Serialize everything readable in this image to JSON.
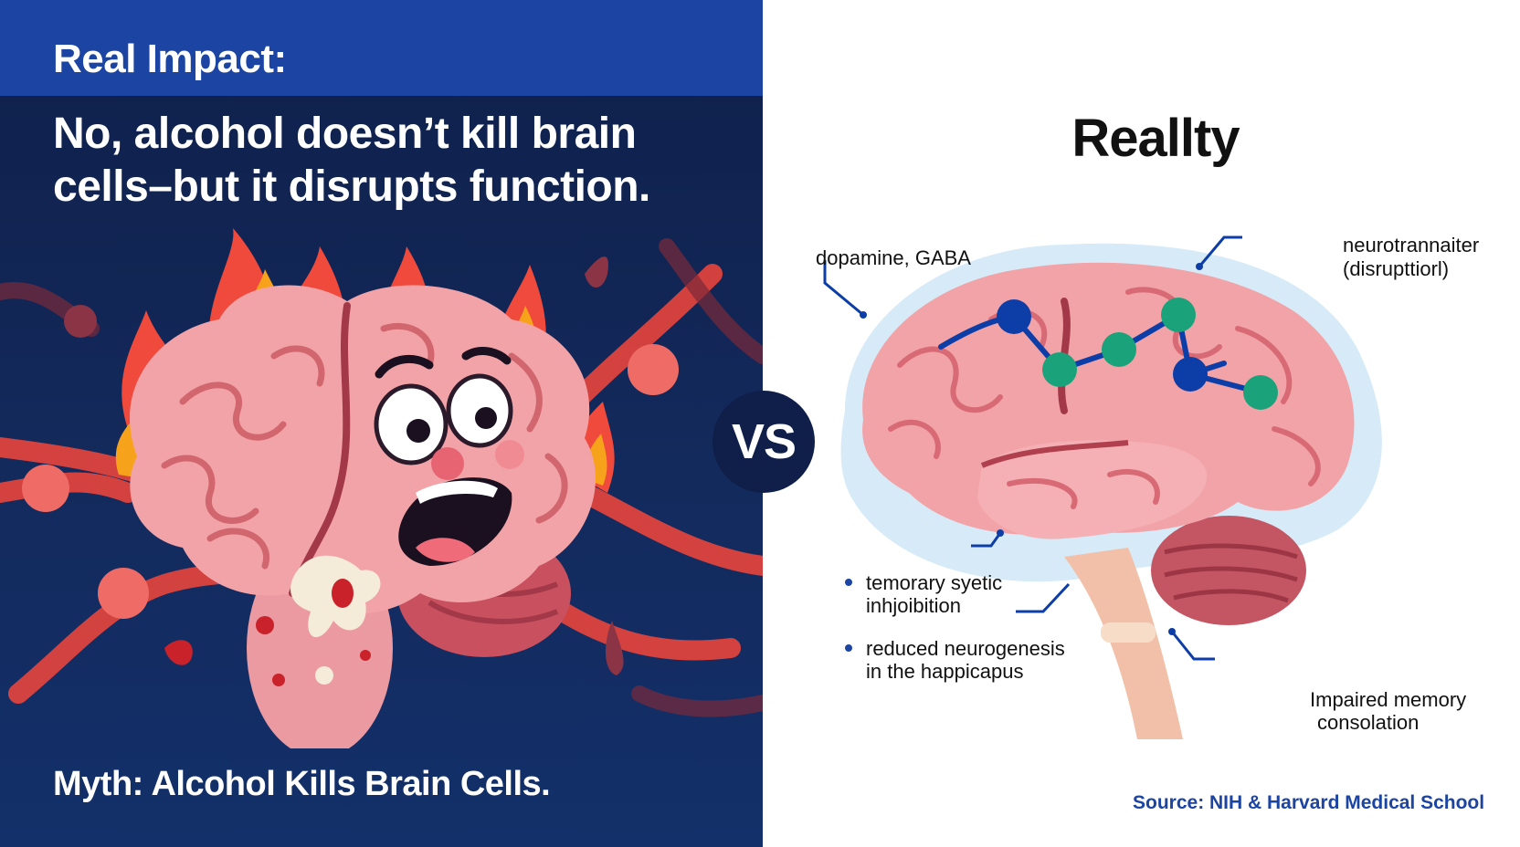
{
  "left": {
    "impact_label": "Real Impact:",
    "headline": "No, alcohol doesn’t kill brain cells–but it disrupts function.",
    "myth": "Myth: Alcohol Kills Brain Cells."
  },
  "vs": "VS",
  "right": {
    "title": "Reallty",
    "labels": {
      "dopamine": "dopamine, GABA",
      "neuro_line1": "neurotrannaiter",
      "neuro_line2": "(disrupttiorl)",
      "temp_line1": "temorary syetic",
      "temp_line2": "inhjoibition",
      "neuro_gen_line1": "reduced neurogenesis",
      "neuro_gen_line2": "in the happicapus",
      "memory_line1": "Impaired memory",
      "memory_line2": "consolation"
    },
    "source": "Source: NIH & Harvard Medical School"
  },
  "colors": {
    "navy": "#0f1f4a",
    "blue_band": "#1b44a3",
    "brain_pink": "#f2a3a8",
    "flame_red": "#f04a3c",
    "flame_orange": "#f7a21b",
    "node_blue": "#0d3ea8",
    "node_green": "#1aa37a"
  },
  "icons": {
    "left_illustration": "burning-brain-illustration",
    "right_illustration": "brain-diagram-illustration"
  }
}
